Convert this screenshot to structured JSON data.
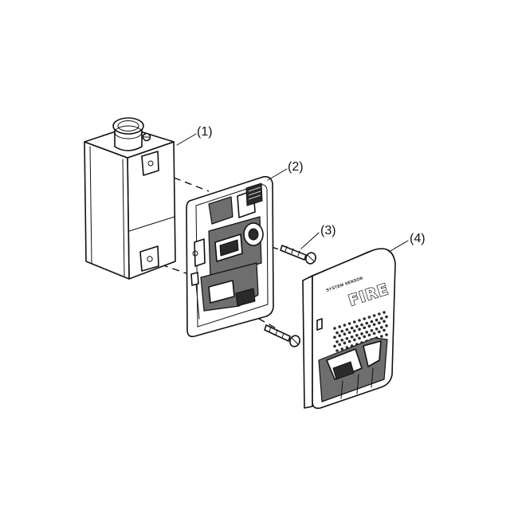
{
  "diagram": {
    "callouts": [
      {
        "id": "1",
        "label": "(1)"
      },
      {
        "id": "2",
        "label": "(2)"
      },
      {
        "id": "3",
        "label": "(3)"
      },
      {
        "id": "4",
        "label": "(4)"
      }
    ],
    "cover_text": "FIRE",
    "brand_text": "SYSTEM SENSOR"
  }
}
